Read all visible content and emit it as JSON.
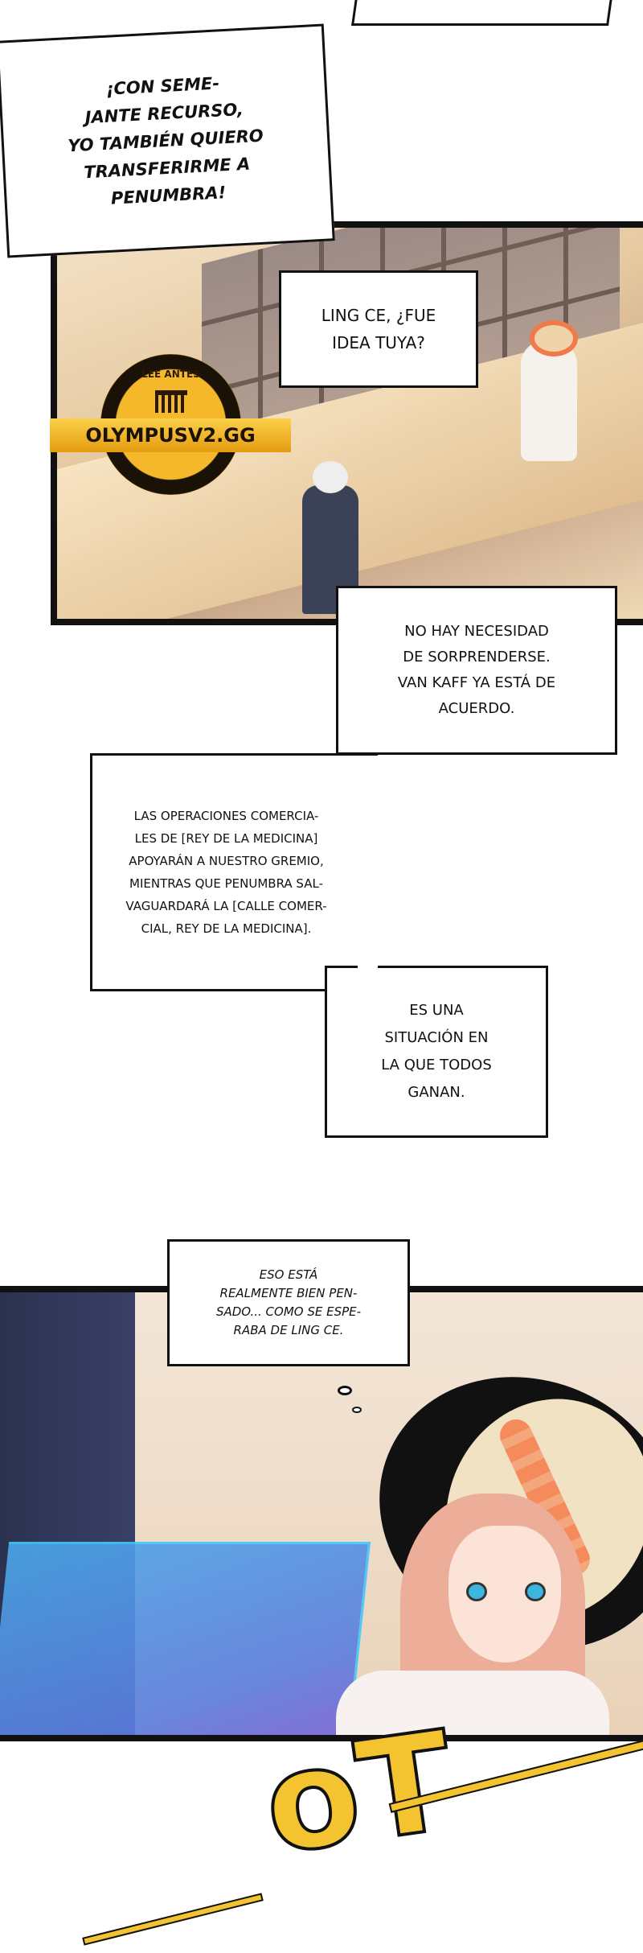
{
  "bubbles": {
    "b1": "¡CON SEME-\nJANTE RECURSO,\nYO TAMBIÉN QUIERO\nTRANSFERIRME A\nPENUMBRA!",
    "b2": "LING CE, ¿FUE\nIDEA TUYA?",
    "b3": "NO HAY NECESIDAD\nDE SORPRENDERSE.\nVAN KAFF YA ESTÁ DE\nACUERDO.",
    "b4": "LAS OPERACIONES COMERCIA-\nLES DE [REY DE LA MEDICINA]\nAPOYARÁN A NUESTRO GREMIO,\nMIENTRAS QUE PENUMBRA SAL-\nVAGUARDARÁ LA [CALLE COMER-\nCIAL, REY DE LA MEDICINA].",
    "b5": "ES UNA\nSITUACIÓN EN\nLA QUE TODOS\nGANAN.",
    "b6": "ESO ESTÁ\nREALMENTE BIEN PEN-\nSADO... COMO SE ESPE-\nRABA DE LING CE."
  },
  "watermark": {
    "top": "LEE ANTES",
    "banner": "OLYMPUSV2.GG"
  },
  "sfx": "oT",
  "colors": {
    "gold": "#f2b705",
    "sfx": "#f4c430",
    "panel_border": "#111111",
    "hologram": "#3fc8ff"
  }
}
